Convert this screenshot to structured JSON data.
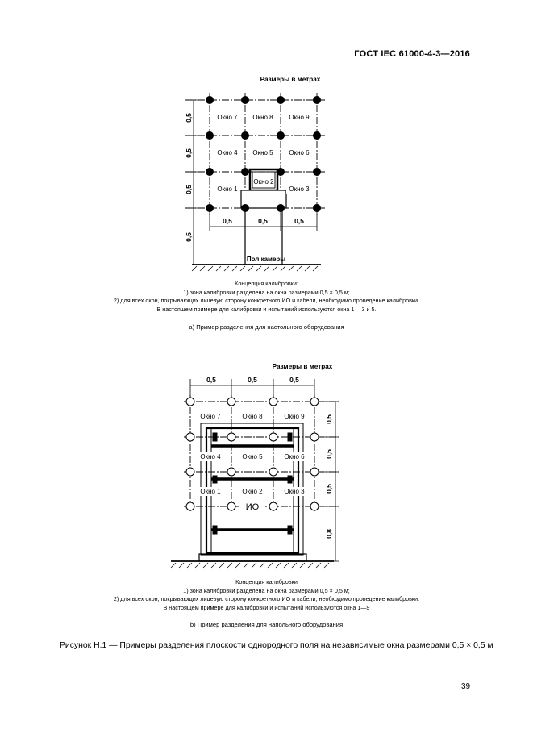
{
  "header": {
    "standard": "ГОСТ IEC 61000-4-3—2016"
  },
  "figure_a": {
    "units": "Размеры в метрах",
    "windows": [
      "Окно 7",
      "Окно 8",
      "Окно 9",
      "Окно 4",
      "Окно 5",
      "Окно 6",
      "Окно 1",
      "Окно 2",
      "Окно 3"
    ],
    "dim_value": "0,5",
    "floor_label": "Пол камеры",
    "notes": [
      "Концепция калибровки:",
      "1) зона калибровки разделена на окна размерами 0,5 × 0,5 м;",
      "2) для всех окон, покрывающих лицевую сторону конкретного ИО и кабели, необходимо проведение калибровки.",
      "В настоящем примере для калибровки и испытаний используются окна 1 —3 и 5."
    ],
    "subcaption": "а) Пример разделения для настольного оборудования"
  },
  "figure_b": {
    "units": "Размеры в метрах",
    "windows": [
      "Окно 7",
      "Окно 8",
      "Окно 9",
      "Окно 4",
      "Окно 5",
      "Окно 6",
      "Окно 1",
      "Окно 2",
      "Окно 3"
    ],
    "dim_value": "0,5",
    "dim_bottom": "0,8",
    "eut_label": "ИО",
    "notes": [
      "Концепция калибровки",
      "1) зона калибровки разделена на окна размерами 0,5 × 0,5 м;",
      "2) для всех окон, покрывающих лицевую сторону конкретного ИО и кабели, необходимо проведение калибровки.",
      "В настоящем примере для калибровки и испытаний используются окна 1—9"
    ],
    "subcaption": "b) Пример разделения для напольного оборудования"
  },
  "figure_caption": "Рисунок Н.1 — Примеры разделения плоскости однородного поля на независимые окна размерами 0,5 × 0,5 м",
  "page_number": "39"
}
